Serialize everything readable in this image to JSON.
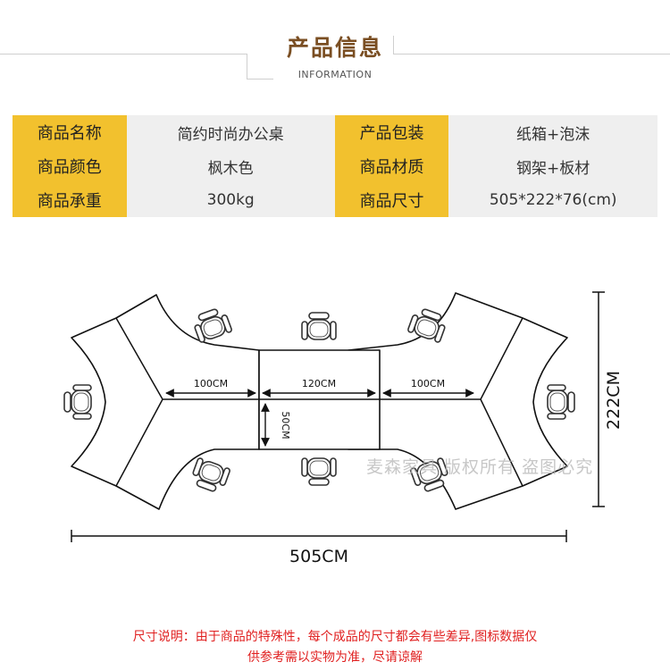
{
  "header": {
    "title": "产品信息",
    "subtitle": "INFORMATION"
  },
  "specs": [
    {
      "label": "商品名称",
      "value": "简约时尚办公桌",
      "label2": "产品包装",
      "value2": "纸箱+泡沫"
    },
    {
      "label": "商品颜色",
      "value": "枫木色",
      "label2": "商品材质",
      "value2": "钢架+板材"
    },
    {
      "label": "商品承重",
      "value": "300kg",
      "label2": "商品尺寸",
      "value2": "505*222*76(cm)"
    }
  ],
  "diagram": {
    "dim_left": "100CM",
    "dim_mid": "120CM",
    "dim_right": "100CM",
    "dim_depth": "50CM",
    "dim_width": "505CM",
    "dim_height": "222CM"
  },
  "watermark": "麦森家具 版权所有 盗图必究",
  "note": {
    "line1": "尺寸说明：由于商品的特殊性，每个成品的尺寸都会有些差异,图标数据仅",
    "line2": "供参考需以实物为准，尽请谅解"
  },
  "colors": {
    "label_bg": "#f2c12e",
    "value_bg": "#efefef",
    "title": "#7a4e22",
    "note": "#e02020"
  }
}
